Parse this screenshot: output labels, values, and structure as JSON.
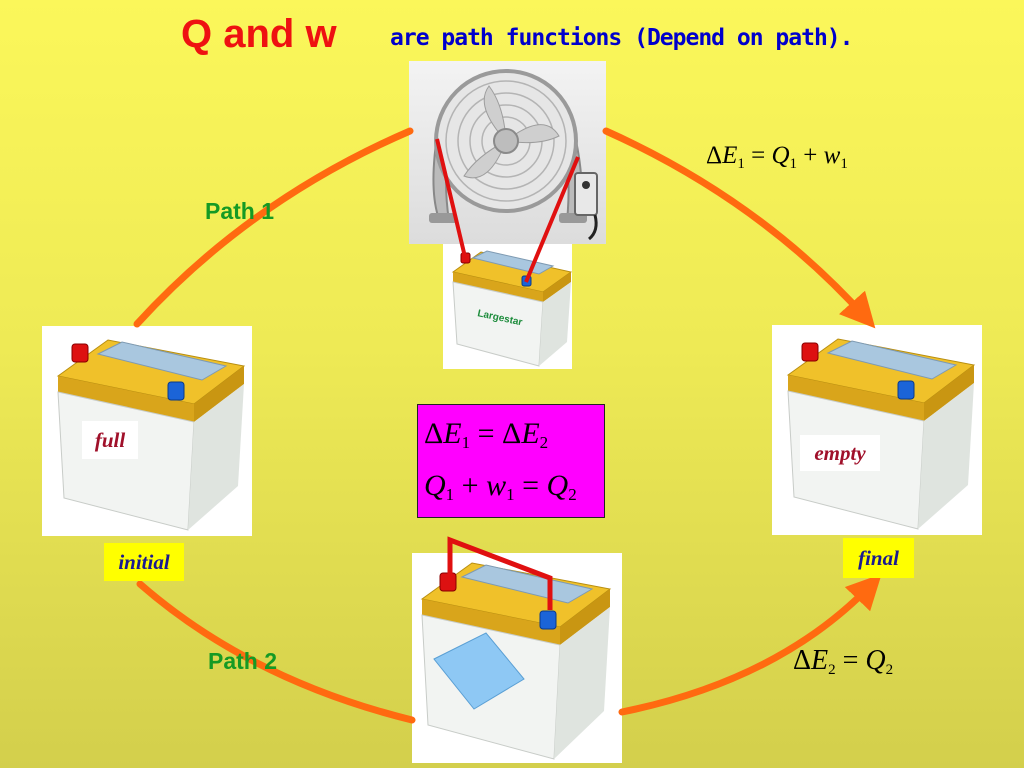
{
  "title": {
    "main": "Q and w",
    "subtitle": "are path functions (Depend on path)."
  },
  "paths": {
    "path1_label": "Path 1",
    "path2_label": "Path 2"
  },
  "state_labels": {
    "full": "full",
    "empty": "empty",
    "initial": "initial",
    "final": "final"
  },
  "battery_brand": "Largestar",
  "equations": {
    "path1": {
      "lhs": "E",
      "lhs_sub": "1",
      "op": "=",
      "t1": "Q",
      "t1_sub": "1",
      "plus": "+",
      "t2": "w",
      "t2_sub": "1"
    },
    "path2": {
      "lhs": "E",
      "lhs_sub": "2",
      "op": "=",
      "t1": "Q",
      "t1_sub": "2"
    },
    "box_line1": {
      "lhs": "E",
      "lhs_sub": "1",
      "op": "=",
      "rhs": "E",
      "rhs_sub": "2"
    },
    "box_line2": {
      "t1": "Q",
      "t1_sub": "1",
      "plus": "+",
      "t2": "w",
      "t2_sub": "1",
      "op": "=",
      "rhs": "Q",
      "rhs_sub": "2"
    },
    "delta_symbol": "Δ"
  },
  "colors": {
    "background_top": "#fbf75a",
    "background_bottom": "#d3cf4c",
    "title": "#ee1111",
    "subtitle": "#0000cc",
    "path_label": "#159a24",
    "arrow": "#ff6a10",
    "equation_box": "#ff00ff",
    "wire": "#e01010",
    "battery_case": "#f2f2f2",
    "battery_lid": "#e9b71f"
  }
}
